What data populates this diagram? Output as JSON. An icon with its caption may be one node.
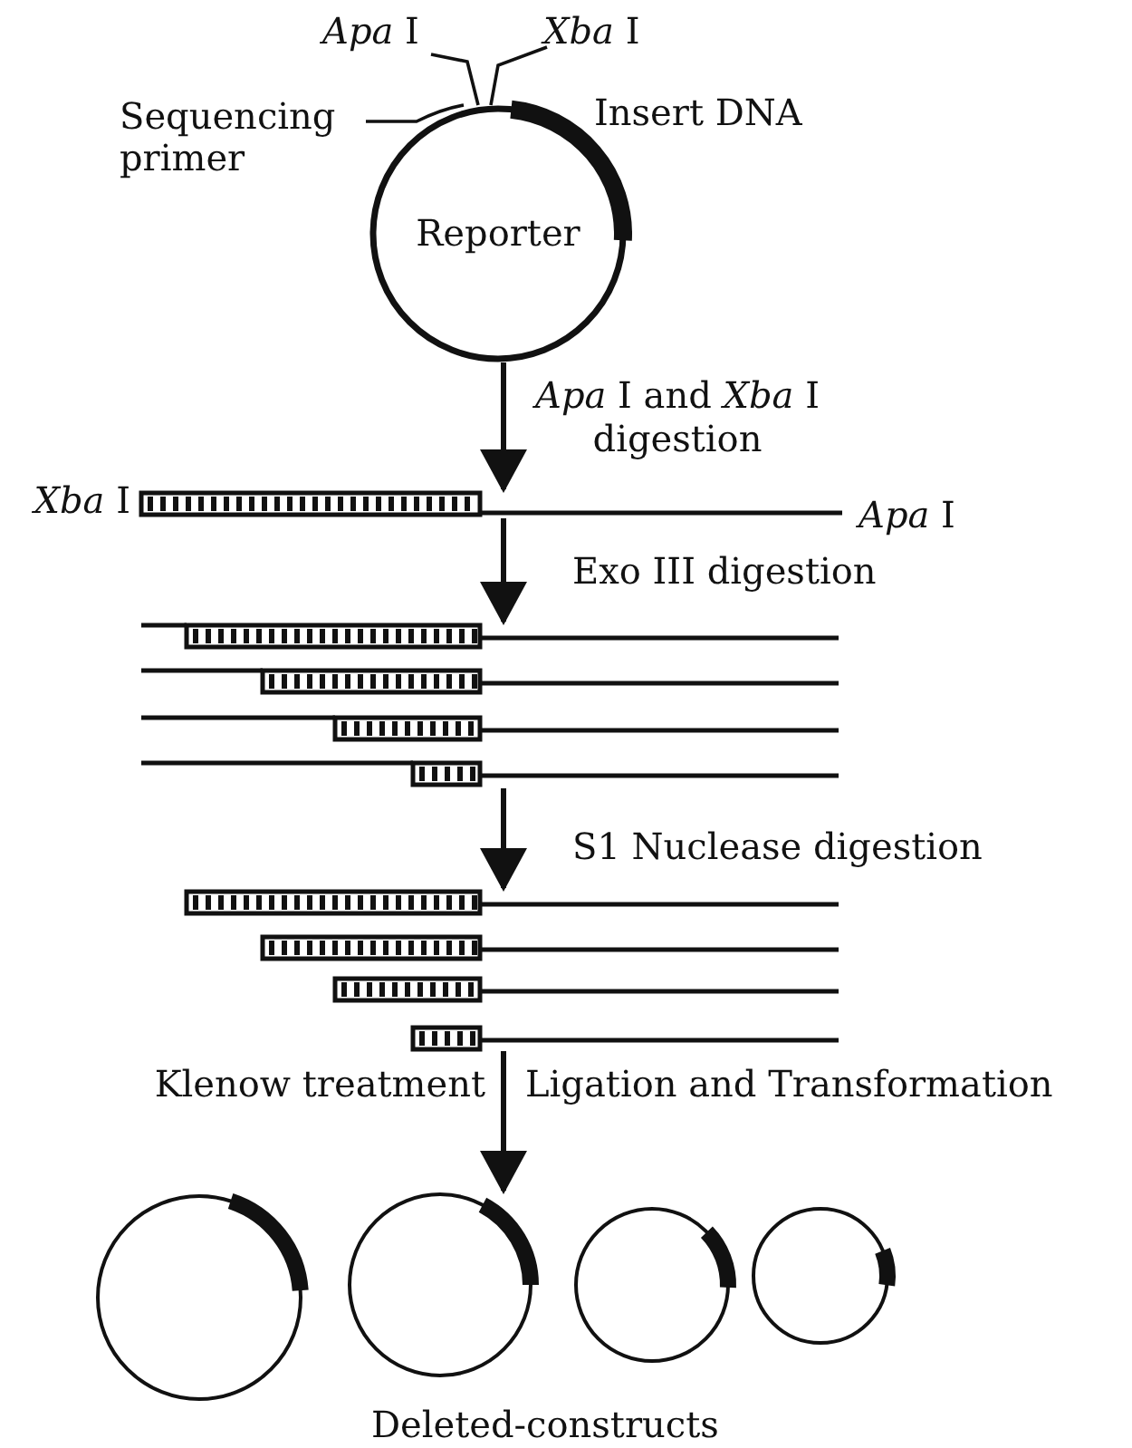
{
  "diagram": {
    "nodes": [
      {
        "text": [
          "*Apa* I"
        ]
      },
      {
        "text": [
          "*Xba* I"
        ]
      },
      {
        "text": [
          "Sequencing primer"
        ]
      },
      {
        "text": [
          "Reporter"
        ]
      },
      {
        "text": [],
        "shape": "bar",
        "beside": [
          "*Xba* I",
          "*Apa* I"
        ]
      },
      {
        "text": [],
        "shape": "bar"
      },
      {
        "text": [],
        "shape": "bar"
      },
      {
        "text": [],
        "shape": "circle"
      },
      {
        "text": [],
        "shape": "circle"
      },
      {
        "text": [],
        "shape": "circle"
      },
      {
        "text": [],
        "shape": "circle"
      }
    ],
    "edges": [
      {
        "from": 0,
        "to": 3,
        "arrow": "none"
      },
      {
        "from": 1,
        "to": 3,
        "arrow": "none"
      },
      {
        "from": 2,
        "to": 3,
        "arrow": "none"
      },
      {
        "from": 3,
        "to": 4,
        "arrow": "to",
        "label": "*Apa* I and *Xba* I digestion"
      },
      {
        "from": 4,
        "to": 5,
        "arrow": "to",
        "label": "Exo III digestion"
      },
      {
        "from": 5,
        "to": 6,
        "arrow": "to",
        "label": "S1 Nuclease digestion"
      },
      {
        "from": 6,
        "to": 8,
        "arrow": "to",
        "label": "Klenow treatment"
      }
    ],
    "labels": [
      "Insert DNA",
      "Ligation and Transformation",
      "Deleted-constructs"
    ]
  }
}
